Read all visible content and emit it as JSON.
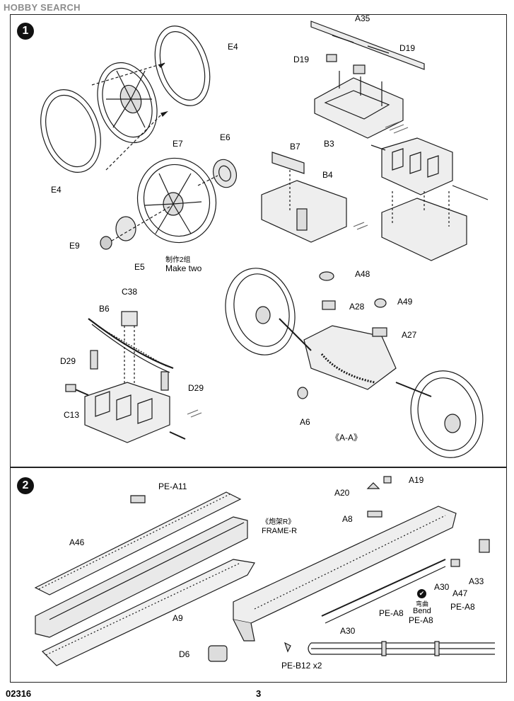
{
  "watermark": "HOBBY SEARCH",
  "footer": {
    "product_code": "02316",
    "page_number": "3"
  },
  "step1": {
    "number": "1",
    "labels": {
      "e4_top": "E4",
      "e4_bottom": "E4",
      "e7": "E7",
      "e6": "E6",
      "e9": "E9",
      "e5": "E5",
      "make_two_cn": "制作2组",
      "make_two_en": "Make two",
      "a35": "A35",
      "d19_left": "D19",
      "d19_right": "D19",
      "b3": "B3",
      "b7": "B7",
      "b4": "B4",
      "c38": "C38",
      "b6": "B6",
      "d29_left": "D29",
      "d29_right": "D29",
      "c13": "C13",
      "a48": "A48",
      "a28": "A28",
      "a49": "A49",
      "a27": "A27",
      "a6": "A6",
      "view": "《A-A》"
    }
  },
  "step2": {
    "number": "2",
    "labels": {
      "pe_a11": "PE-A11",
      "frame_r_cn": "《炮架R》",
      "frame_r_en": "FRAME-R",
      "a46": "A46",
      "a9": "A9",
      "d6": "D6",
      "pe_b12": "PE-B12 x2",
      "a19": "A19",
      "a20": "A20",
      "a8": "A8",
      "a33": "A33",
      "a47": "A47",
      "a30_upper": "A30",
      "a30_lower": "A30",
      "pe_a8_left": "PE-A8",
      "pe_a8_right": "PE-A8",
      "pe_a8_lower": "PE-A8",
      "bend_cn": "弯曲",
      "bend_en": "Bend",
      "bend_icon": "✔"
    }
  }
}
